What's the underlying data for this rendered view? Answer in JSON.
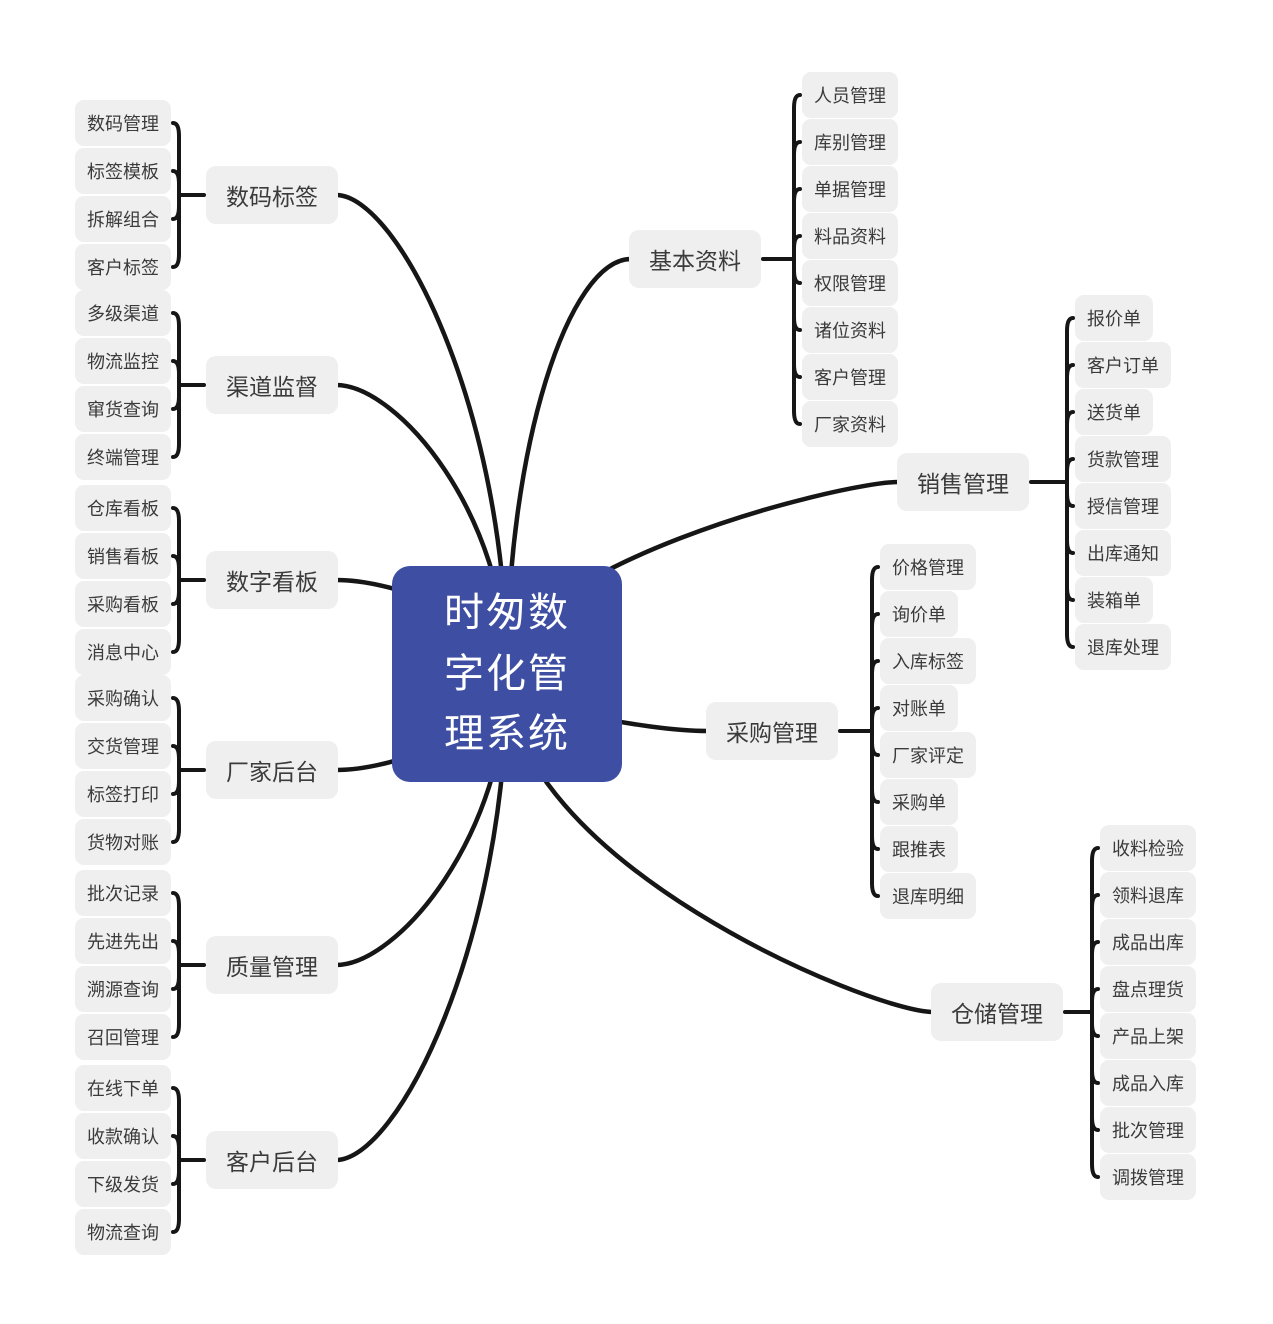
{
  "central": {
    "label": "时匆数字化管理系统"
  },
  "colors": {
    "canvas_bg": "#ffffff",
    "central_bg": "#3d4ea3",
    "central_text": "#ffffff",
    "node_bg": "#efefef",
    "node_text": "#3b3b3b",
    "line": "#161616"
  },
  "branches": [
    {
      "label": "数码标签",
      "children": [
        "数码管理",
        "标签模板",
        "拆解组合",
        "客户标签"
      ]
    },
    {
      "label": "渠道监督",
      "children": [
        "多级渠道",
        "物流监控",
        "窜货查询",
        "终端管理"
      ]
    },
    {
      "label": "数字看板",
      "children": [
        "仓库看板",
        "销售看板",
        "采购看板",
        "消息中心"
      ]
    },
    {
      "label": "厂家后台",
      "children": [
        "采购确认",
        "交货管理",
        "标签打印",
        "货物对账"
      ]
    },
    {
      "label": "质量管理",
      "children": [
        "批次记录",
        "先进先出",
        "溯源查询",
        "召回管理"
      ]
    },
    {
      "label": "客户后台",
      "children": [
        "在线下单",
        "收款确认",
        "下级发货",
        "物流查询"
      ]
    },
    {
      "label": "基本资料",
      "children": [
        "人员管理",
        "库别管理",
        "单据管理",
        "料品资料",
        "权限管理",
        "诸位资料",
        "客户管理",
        "厂家资料"
      ]
    },
    {
      "label": "销售管理",
      "children": [
        "报价单",
        "客户订单",
        "送货单",
        "货款管理",
        "授信管理",
        "出库通知",
        "装箱单",
        "退库处理"
      ]
    },
    {
      "label": "采购管理",
      "children": [
        "价格管理",
        "询价单",
        "入库标签",
        "对账单",
        "厂家评定",
        "采购单",
        "跟推表",
        "退库明细"
      ]
    },
    {
      "label": "仓储管理",
      "children": [
        "收料检验",
        "领料退库",
        "成品出库",
        "盘点理货",
        "产品上架",
        "成品入库",
        "批次管理",
        "调拨管理"
      ]
    }
  ]
}
